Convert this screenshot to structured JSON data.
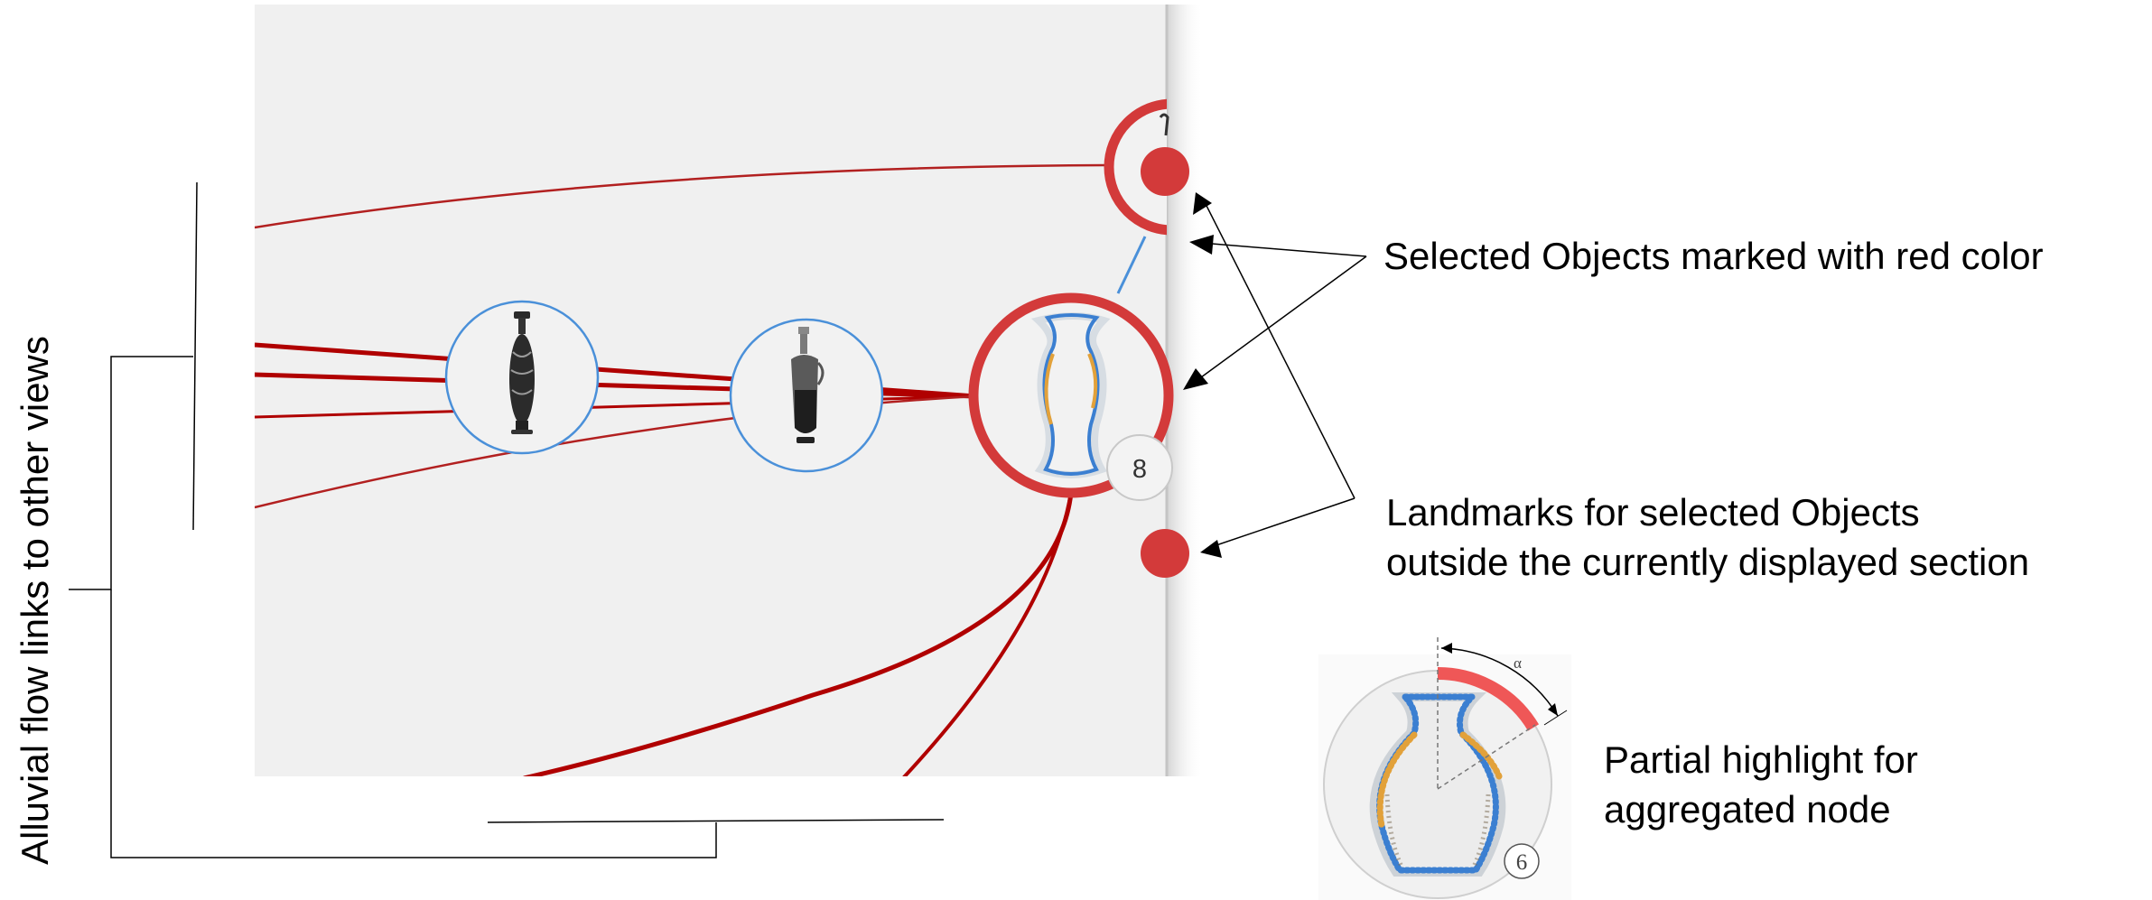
{
  "labels": {
    "vertical": "Alluvial flow links to other views",
    "selected": "Selected Objects marked with red color",
    "landmarks_line1": "Landmarks for selected Objects",
    "landmarks_line2": "outside the currently displayed section",
    "partial_line1": "Partial highlight for",
    "partial_line2": "aggregated node"
  },
  "badges": {
    "main_count": "8",
    "inset_count": "6",
    "angle_symbol": "α"
  },
  "colors": {
    "selection_red": "#d33a3a",
    "link_red": "#b00000",
    "node_blue": "#4a90d9",
    "panel_bg": "#f0f0f0",
    "highlight_red": "#ef5757",
    "outline_orange": "#e2a13a",
    "outline_blue": "#3b7fd1"
  },
  "icons": [
    "vase-icon",
    "amphora-icon",
    "landmark-dot-icon"
  ]
}
